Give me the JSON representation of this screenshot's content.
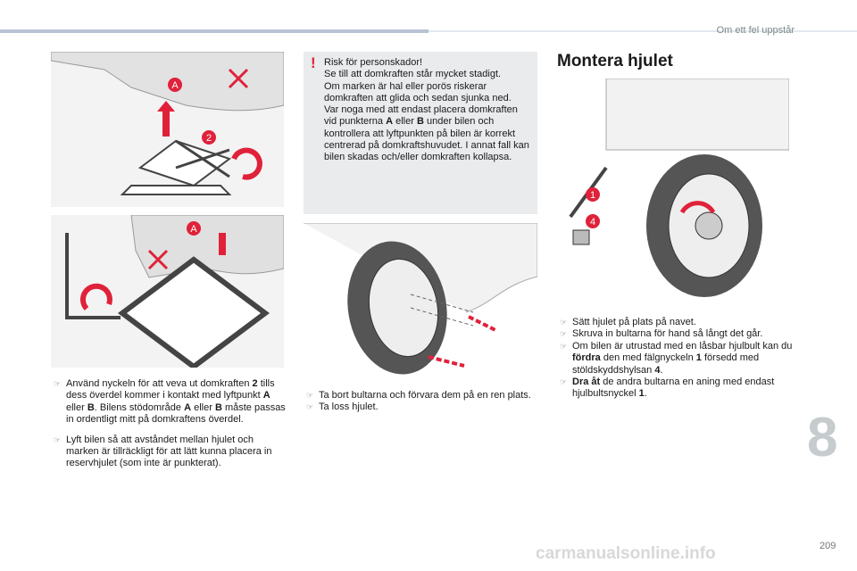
{
  "header": {
    "section": "Om ett fel uppstår"
  },
  "figures": {
    "fig1": {
      "labels": [
        "A",
        "2"
      ]
    },
    "fig2": {
      "labels": [
        "A"
      ]
    },
    "fig4": {
      "labels": [
        "1",
        "4"
      ]
    }
  },
  "warning": {
    "icon": "exclamation-icon",
    "text": "Risk för personskador!\nSe till att domkraften står mycket stadigt.\nOm marken är hal eller porös riskerar domkraften att glida och sedan sjunka ned.\nVar noga med att endast placera domkraften vid punkterna A eller B under bilen och kontrollera att lyftpunkten på bilen är korrekt centrerad på domkraftshuvudet. I annat fall kan bilen skadas och/eller domkraften kollapsa.",
    "l1": "Risk för personskador!",
    "l2": "Se till att domkraften står mycket stadigt.",
    "l3": "Om marken är hal eller porös riskerar domkraften att glida och sedan sjunka ned.",
    "l4a": "Var noga med att endast placera domkraften vid punkterna ",
    "A": "A",
    "eller": " eller ",
    "B": "B",
    "l4b": " under bilen och kontrollera att lyftpunkten på bilen är korrekt centrerad på domkraftshuvudet. I annat fall kan bilen skadas och/eller domkraften kollapsa."
  },
  "col1": {
    "b1": {
      "t1": "Använd nyckeln för att veva ut domkraften ",
      "n2": "2",
      "t2": " tills dess överdel kommer i kontakt med lyftpunkt ",
      "A": "A",
      "t3": " eller ",
      "B": "B",
      "t4": ". Bilens stödområde ",
      "A2": "A",
      "t5": " eller ",
      "B2": "B",
      "t6": " måste passas in ordentligt mitt på domkraftens överdel."
    },
    "b2": "Lyft bilen så att avståndet mellan hjulet och marken är tillräckligt för att lätt kunna placera in reservhjulet (som inte är punkterat)."
  },
  "col2": {
    "b1": "Ta bort bultarna och förvara dem på en ren plats.",
    "b2": "Ta loss hjulet."
  },
  "col3": {
    "title": "Montera hjulet",
    "b1": "Sätt hjulet på plats på navet.",
    "b2": "Skruva in bultarna för hand så långt det går.",
    "b3": {
      "t1": "Om bilen är utrustad med en låsbar hjulbult kan du ",
      "bold1": "fördra",
      "t2": " den med fälgnyckeln ",
      "n1": "1",
      "t3": " försedd med stöldskyddshylsan ",
      "n4": "4",
      "t4": "."
    },
    "b4": {
      "bold": "Dra åt",
      "t": " de andra bultarna en aning med endast hjulbultsnyckel ",
      "n1": "1",
      "end": "."
    }
  },
  "bullet": "☞",
  "chapter": "8",
  "page_number": "209",
  "watermark": "carmanualsonline.info",
  "colors": {
    "accent": "#e0213a",
    "header_bar": "#b8c4d6",
    "warning_bg": "#e9ebec"
  }
}
